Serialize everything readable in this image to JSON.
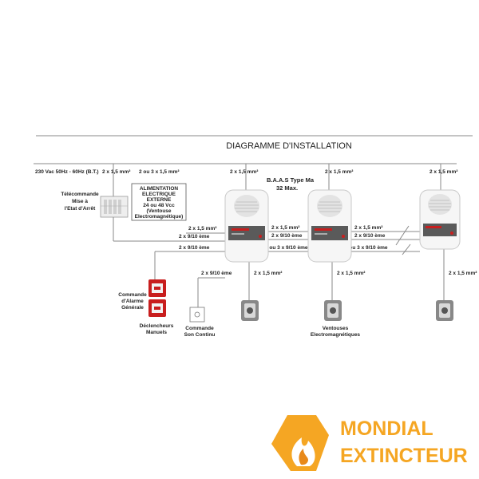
{
  "title": "DIAGRAMME D'INSTALLATION",
  "baas": {
    "line1": "B.A.A.S Type Ma",
    "line2": "32 Max."
  },
  "mains_label": "230 Vac 50Hz - 60Hz (B.T.)",
  "telecommande": [
    "Télécommande",
    "Mise à",
    "l'Etat d'Arrêt"
  ],
  "alimentation": [
    "ALIMENTATION",
    "ELECTRIQUE",
    "EXTERNE",
    "24 ou 48 Vcc",
    "(Ventouse",
    "Electromagnétique)"
  ],
  "cables": {
    "c1": "2 x 1,5 mm²",
    "c2": "2 ou 3 x 1,5 mm²",
    "c3": "2 x 1,5 mm²",
    "c4": "2 x 1,5 mm²",
    "c5": "2 x 1,5 mm²",
    "r1a": "2 x 1,5 mm²",
    "r1b": "2 x 9/10 ème",
    "r2a": "2 x 1,5 mm²",
    "r2b": "2 x 9/10 ème",
    "r2c": "2 ou 3 x  9/10 ème",
    "r3a": "2 x 1,5 mm²",
    "r3b": "2 x 9/10 ème",
    "r3c": "2 ou 3 x  9/10 ème",
    "left_bottom": "2 x 9/10 ème",
    "drop_son": "2 x 9/10 ème",
    "drop1": "2 x 1,5 mm²",
    "drop2": "2 x 1,5 mm²",
    "drop3": "2 x 1,5 mm²"
  },
  "commande_alarme": [
    "Commande",
    "d'Alarme",
    "Générale"
  ],
  "declencheurs": [
    "Déclencheurs",
    "Manuels"
  ],
  "commande_son": [
    "Commande",
    "Son Continu"
  ],
  "ventouses": [
    "Ventouses",
    "Electromagnétiques"
  ],
  "logo": {
    "line1": "MONDIAL",
    "line2": "EXTINCTEUR"
  },
  "colors": {
    "brand": "#f5a623",
    "brand_dark": "#e8891a",
    "red": "#c81e1e",
    "wire": "#8a8a8a"
  }
}
